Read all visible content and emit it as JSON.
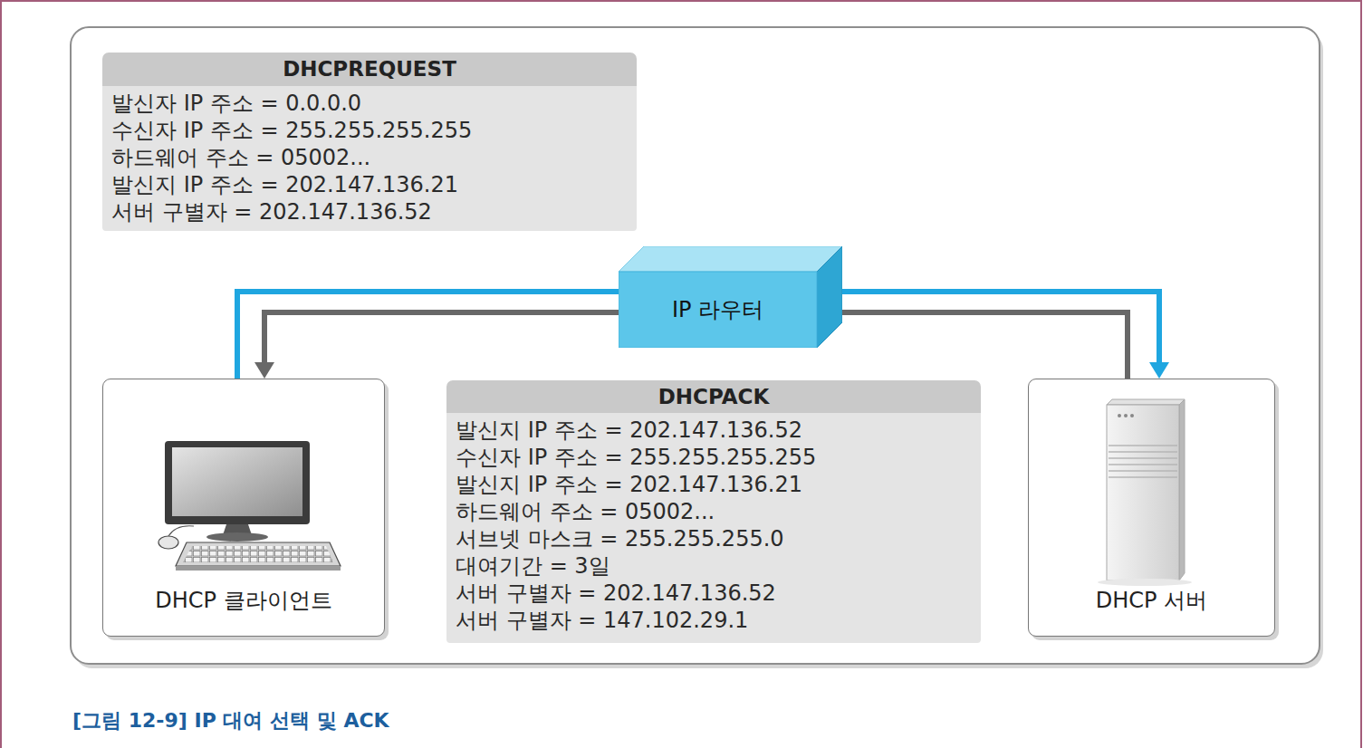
{
  "diagram": {
    "caption": "[그림 12-9] IP 대여 선택 및 ACK",
    "nodes": [
      {
        "text": [
          "DHCPREQUEST",
          "발신자 IP 주소 = 0.0.0.0",
          "수신자 IP 주소 = 255.255.255.255",
          "하드웨어 주소 = 05002...",
          "발신지 IP 주소 = 202.147.136.21",
          "서버 구별자 = 202.147.136.52"
        ]
      },
      {
        "text": [
          "IP 라우터"
        ]
      },
      {
        "text": [
          "DHCP 클라이언트"
        ]
      },
      {
        "text": [
          "DHCPACK",
          "발신지 IP 주소 = 202.147.136.52",
          "수신자 IP 주소 = 255.255.255.255",
          "발신지 IP 주소 = 202.147.136.21",
          "하드웨어 주소 = 05002...",
          "서브넷 마스크 = 255.255.255.0",
          "대여기간 = 3일",
          "서버 구별자 = 202.147.136.52",
          "서버 구별자 = 147.102.29.1"
        ]
      },
      {
        "text": [
          "DHCP 서버"
        ]
      }
    ],
    "edges": [
      {
        "from": 2,
        "to": 1,
        "arrow": "none"
      },
      {
        "from": 1,
        "to": 4,
        "arrow": "to"
      },
      {
        "from": 4,
        "to": 1,
        "arrow": "none"
      },
      {
        "from": 1,
        "to": 2,
        "arrow": "to"
      }
    ]
  }
}
